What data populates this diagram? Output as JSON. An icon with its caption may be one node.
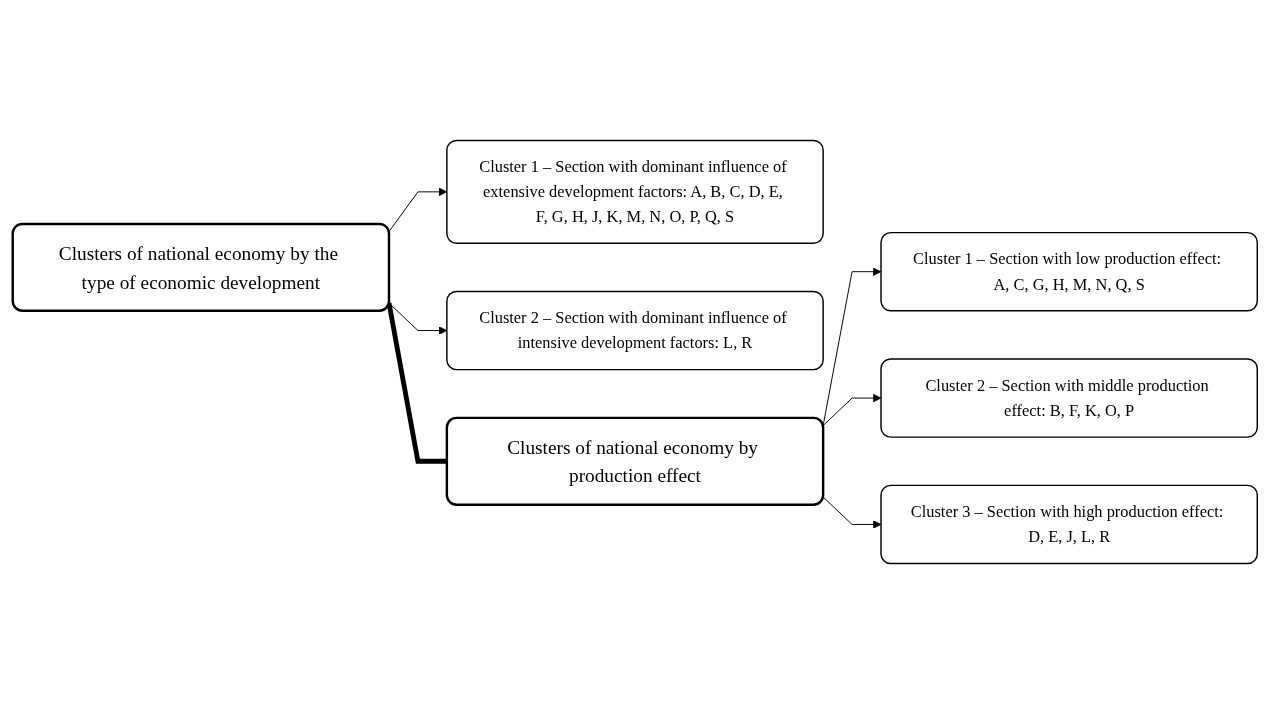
{
  "diagram": {
    "nodes": [
      {
        "text": [
          "Clusters of national economy by the type of economic development"
        ]
      },
      {
        "text": [
          "Cluster 1 – Section with dominant influence of extensive development factors: A, B, C, D, E, F, G, H, J, K, M, N, O, P, Q, S"
        ]
      },
      {
        "text": [
          "Cluster 2 – Section with dominant influence of intensive development factors: L, R"
        ]
      },
      {
        "text": [
          "Clusters of national economy by production effect"
        ]
      },
      {
        "text": [
          "Cluster 1 – Section with low production effect: A, C, G, H, M, N, Q, S"
        ]
      },
      {
        "text": [
          "Cluster 2 – Section with middle production effect: B, F, K, O, P"
        ]
      },
      {
        "text": [
          "Cluster 3 – Section with high production effect: D, E, J, L, R"
        ]
      }
    ],
    "edges": [
      {
        "from": 0,
        "to": 1,
        "arrow": "to"
      },
      {
        "from": 0,
        "to": 2,
        "arrow": "to"
      },
      {
        "from": 0,
        "to": 3,
        "arrow": "none",
        "style": "thick"
      },
      {
        "from": 3,
        "to": 4,
        "arrow": "to"
      },
      {
        "from": 3,
        "to": 5,
        "arrow": "to"
      },
      {
        "from": 3,
        "to": 6,
        "arrow": "to"
      }
    ]
  }
}
